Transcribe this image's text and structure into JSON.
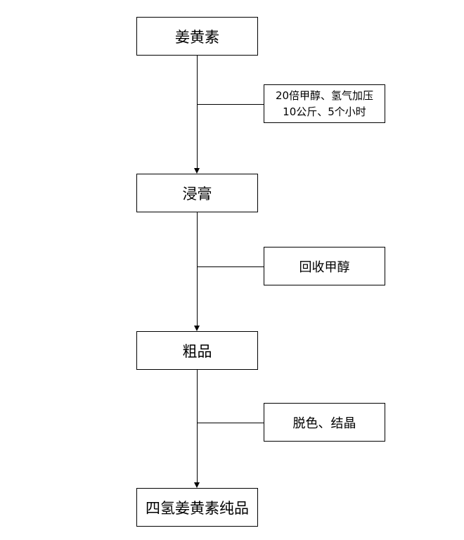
{
  "steps": [
    "姜黄素",
    "浸膏",
    "粗品",
    "四氢姜黄素纯品"
  ],
  "conditions": [
    {
      "line1": "20倍甲醇、氢气加压",
      "line2": "10公斤、5个小时"
    },
    {
      "text": "回收甲醇"
    },
    {
      "text": "脱色、结晶"
    }
  ]
}
